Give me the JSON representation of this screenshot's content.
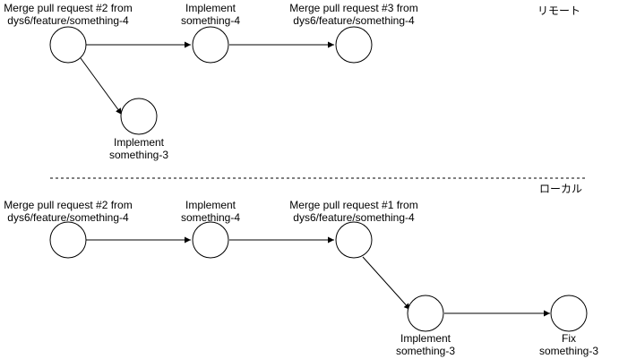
{
  "remote": {
    "section_label": "リモート",
    "commit_pr2": {
      "line1": "Merge pull request #2 from",
      "line2": "dys6/feature/something-4"
    },
    "commit_impl4": {
      "line1": "Implement",
      "line2": "something-4"
    },
    "commit_pr3": {
      "line1": "Merge pull request #3 from",
      "line2": "dys6/feature/something-4"
    },
    "commit_impl3": {
      "line1": "Implement",
      "line2": "something-3"
    }
  },
  "local": {
    "section_label": "ローカル",
    "commit_pr2": {
      "line1": "Merge pull request #2 from",
      "line2": "dys6/feature/something-4"
    },
    "commit_impl4": {
      "line1": "Implement",
      "line2": "something-4"
    },
    "commit_pr1": {
      "line1": "Merge pull request #1 from",
      "line2": "dys6/feature/something-4"
    },
    "commit_impl3": {
      "line1": "Implement",
      "line2": "something-3"
    },
    "commit_fix3": {
      "line1": "Fix",
      "line2": "something-3"
    }
  }
}
